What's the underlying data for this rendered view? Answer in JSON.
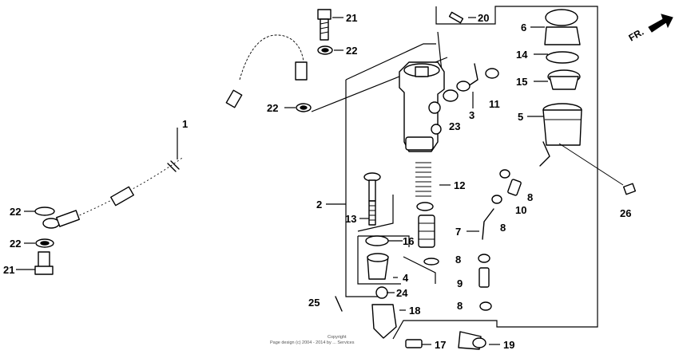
{
  "labels": {
    "p1": "1",
    "p2": "2",
    "p3": "3",
    "p4": "4",
    "p5": "5",
    "p6": "6",
    "p7": "7",
    "p8a": "8",
    "p8b": "8",
    "p8c": "8",
    "p8d": "8",
    "p9": "9",
    "p10": "10",
    "p11": "11",
    "p12": "12",
    "p13": "13",
    "p14": "14",
    "p15": "15",
    "p16": "16",
    "p17": "17",
    "p18": "18",
    "p19": "19",
    "p20": "20",
    "p21a": "21",
    "p21b": "21",
    "p22a": "22",
    "p22b": "22",
    "p22c": "22",
    "p22d": "22",
    "p23": "23",
    "p24": "24",
    "p25": "25",
    "p26": "26"
  },
  "direction": {
    "label": "FR."
  },
  "copyright": {
    "line1": "Copyright",
    "line2": "Page design (c) 2004 - 2014 by ... Services"
  }
}
